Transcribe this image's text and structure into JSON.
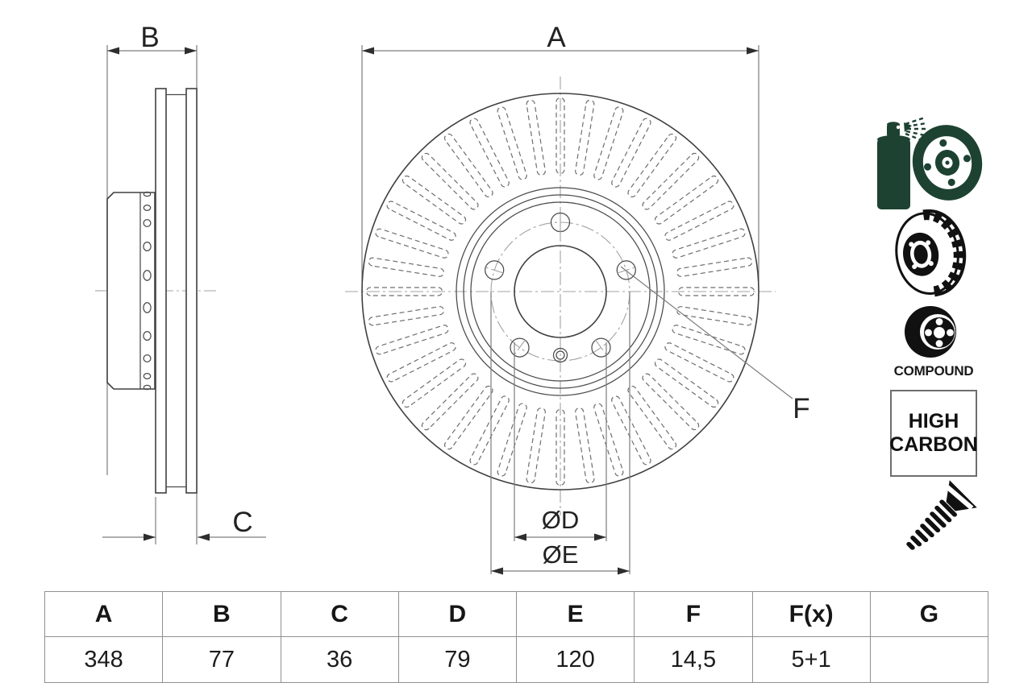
{
  "drawing": {
    "dim_labels": {
      "a": "A",
      "b": "B",
      "c": "C",
      "d": "ØD",
      "e": "ØE",
      "f": "F"
    }
  },
  "badges": {
    "compound": "COMPOUND",
    "high_carbon": {
      "line1": "HIGH",
      "line2": "CARBON"
    }
  },
  "icons": [
    {
      "name": "coated-disc-spray-icon"
    },
    {
      "name": "vented-disc-icon"
    },
    {
      "name": "compound-disc-icon"
    },
    {
      "name": "high-carbon-badge"
    },
    {
      "name": "countersunk-screw-icon"
    }
  ],
  "spec_table": {
    "headers": [
      "A",
      "B",
      "C",
      "D",
      "E",
      "F",
      "F(x)",
      "G"
    ],
    "values": [
      "348",
      "77",
      "36",
      "79",
      "120",
      "14,5",
      "5+1",
      ""
    ]
  },
  "colors": {
    "line": "#404040",
    "dimension": "#7d7d7d",
    "centerline": "#a3a3a3",
    "icon_green": "#1d4232",
    "icon_black": "#111111",
    "table_border": "#909090"
  }
}
